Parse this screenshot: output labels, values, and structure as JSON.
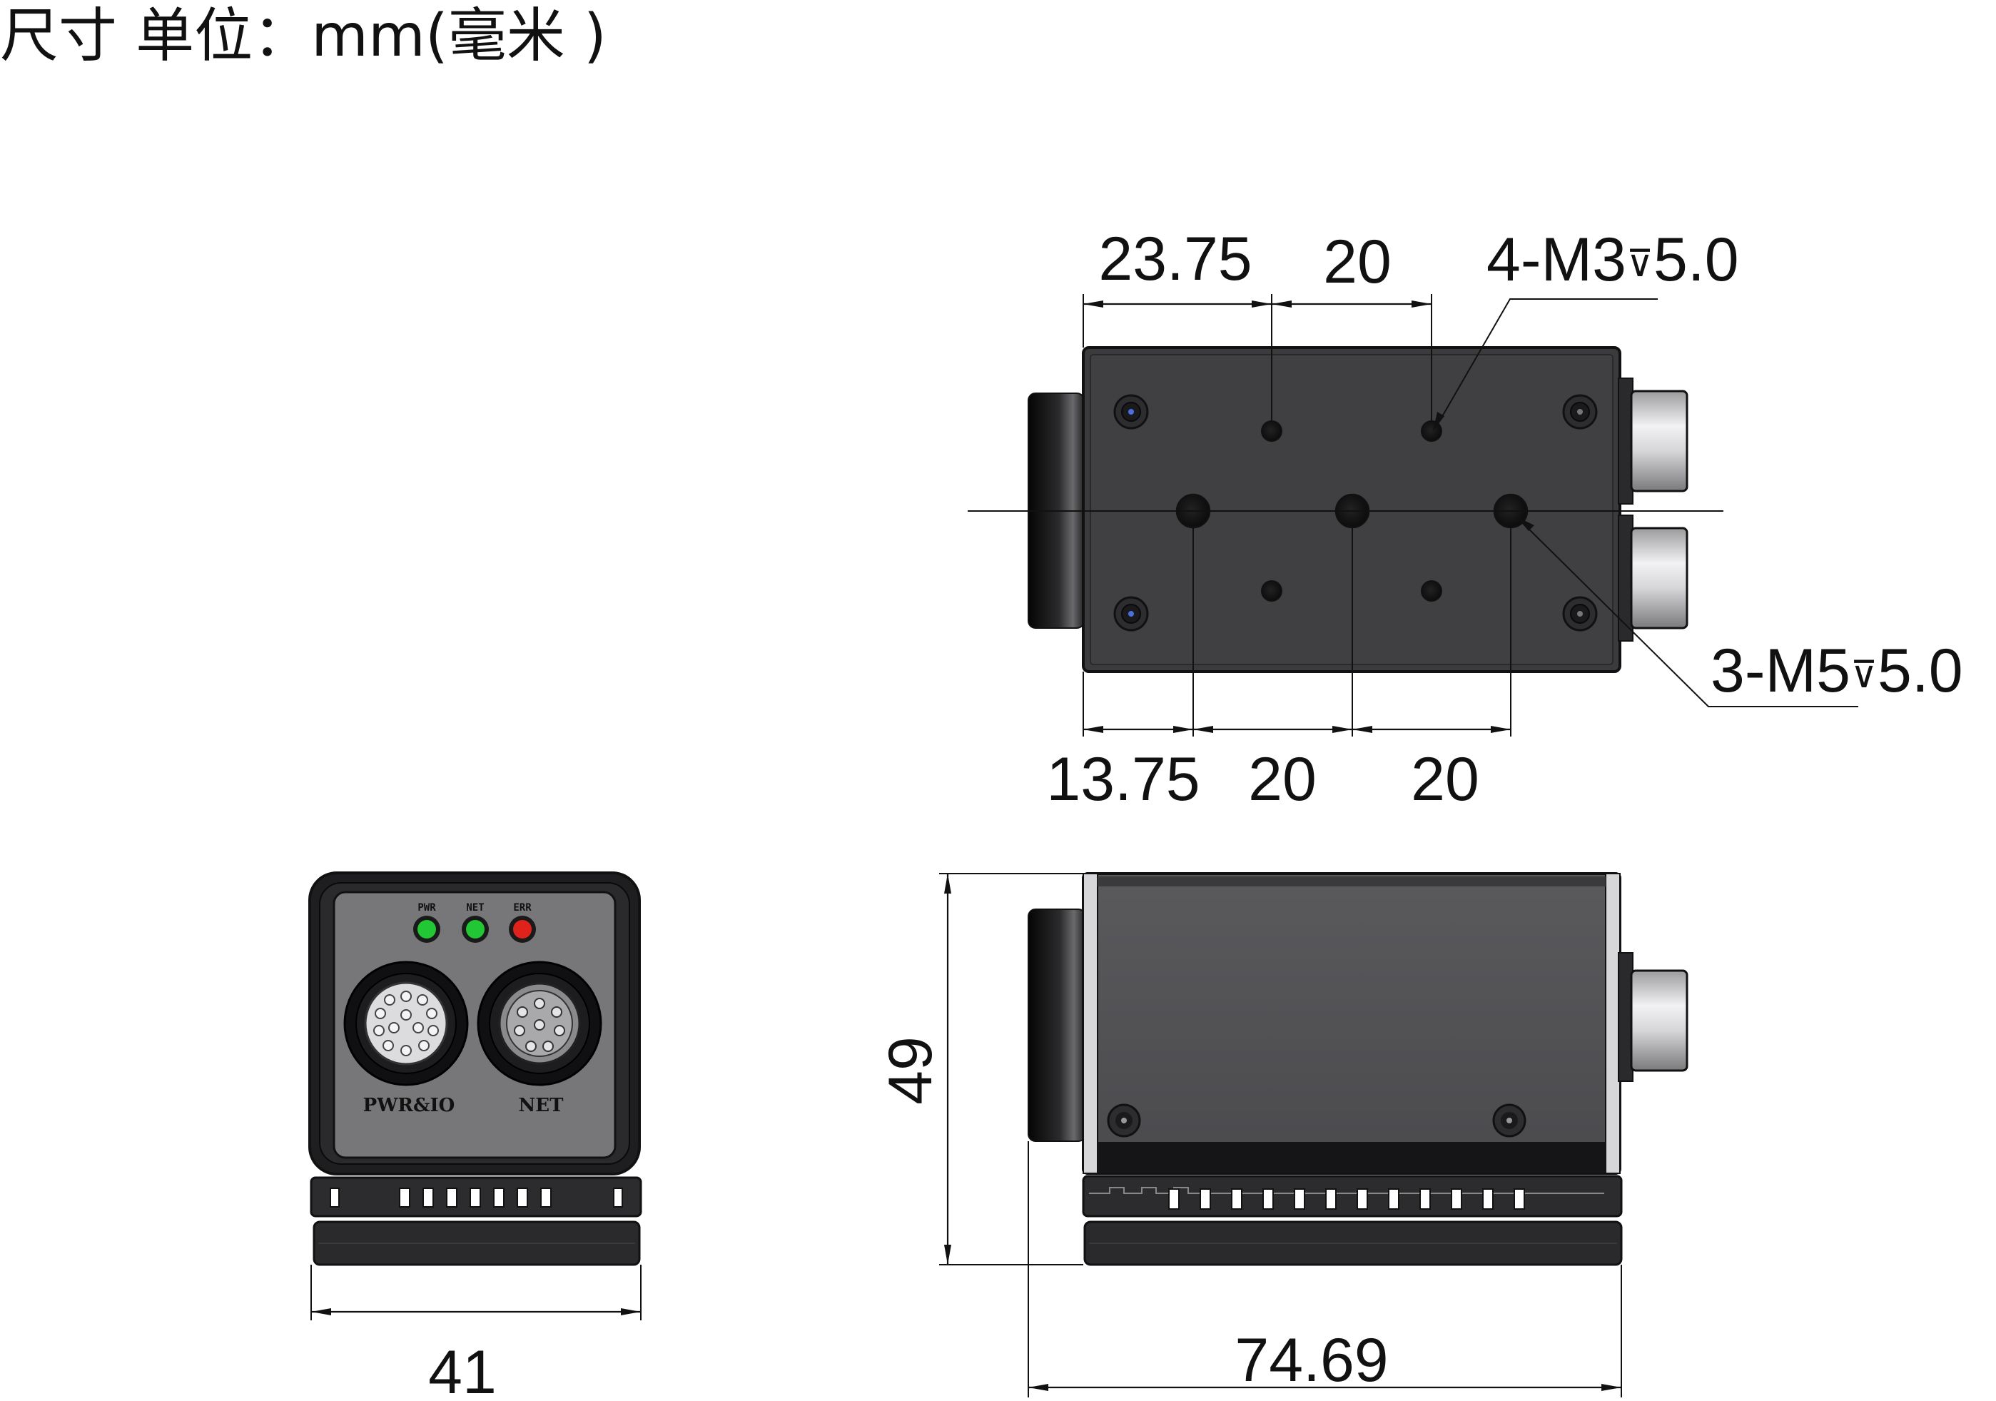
{
  "title": "尺寸 单位：mm(毫米 )",
  "top_view": {
    "dims_top": {
      "a": "23.75",
      "b": "20"
    },
    "dims_bottom": {
      "a": "13.75",
      "b": "20",
      "c": "20"
    },
    "callout_m3": "4-M3",
    "callout_m3_depth": "5.0",
    "callout_m5": "3-M5",
    "callout_m5_depth": "5.0",
    "depth_symbol": "⊽"
  },
  "front_view": {
    "led_labels": [
      "PWR",
      "NET",
      "ERR"
    ],
    "led_colors": [
      "#22c833",
      "#22c833",
      "#e0221c"
    ],
    "connector_left_label": "PWR&IO",
    "connector_right_label": "NET",
    "width_dim": "41"
  },
  "side_view": {
    "height_dim": "49",
    "length_dim": "74.69"
  },
  "colors": {
    "body": "#3c3c3f",
    "body_dark": "#1c1c1e",
    "panel": "#77777a",
    "metal": "#cfcfd2",
    "line": "#111111"
  }
}
